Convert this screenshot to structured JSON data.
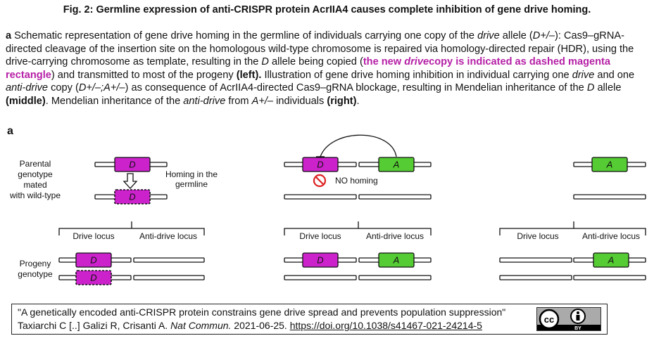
{
  "title": "Fig. 2: Germline expression of anti-CRISPR protein AcrIIA4 causes complete inhibition of gene drive homing.",
  "caption": {
    "letter": "a",
    "t1": " Schematic representation of gene drive homing in the germline of individuals carrying one copy of the ",
    "i1": "drive",
    "t2": " allele (",
    "i2": "D+/–",
    "t3": "): Cas9–gRNA-directed cleavage of the insertion site on the homologous wild-type chromosome is repaired via homology-directed repair (HDR), using the drive-carrying chromosome as template, resulting in the ",
    "i3": "D",
    "t4": " allele being copied (",
    "m1": "the new ",
    "m2": "drive",
    "m3": "copy is indicated as dashed magenta rectangle",
    "t5": ") and transmitted to most of the progeny ",
    "b1": "(left).",
    "t6": " Illustration of gene drive homing inhibition in individual carrying one ",
    "i4": "drive",
    "t7": " and one ",
    "i5": "anti-drive",
    "t8": " copy (",
    "i6": "D+/–;A+/–",
    "t9": ") as consequence of AcrIIA4-directed Cas9–gRNA blockage, resulting in Mendelian inheritance of the ",
    "i7": "D",
    "t10": " allele ",
    "b2": "(middle)",
    "t11": ". Mendelian inheritance of the ",
    "i8": "anti-drive",
    "t12": " from ",
    "i9": "A+/–",
    "t13": " individuals ",
    "b3": "(right)",
    "t14": "."
  },
  "figure": {
    "panel_label": "a",
    "labels": {
      "parental": [
        "Parental",
        "genotype",
        "mated",
        "with wild-type"
      ],
      "homing": [
        "Homing in the",
        "germline"
      ],
      "no_homing": "NO homing",
      "drive_locus": "Drive locus",
      "antidrive_locus": "Anti-drive locus",
      "progeny": [
        "Progeny",
        "genotype"
      ],
      "allele_d": "D",
      "allele_a": "A"
    },
    "colors": {
      "drive": "#cc22cc",
      "antidrive": "#55cc33",
      "inhibit": "#dd2222"
    },
    "icons": [
      "down-arrow-icon",
      "no-cas9-icon",
      "inhibition-arc-icon"
    ]
  },
  "citation": {
    "line1": "\"A genetically encoded anti-CRISPR protein constrains gene drive spread and prevents population suppression\"",
    "line2_prefix": "Taxiarchi C [..] Galizi R, Crisanti A. ",
    "journal": "Nat Commun.",
    "line2_mid": " 2021-06-25. ",
    "doi": "https://doi.org/10.1038/s41467-021-24214-5",
    "license_icon": "cc-by-icon",
    "license_text": "BY"
  }
}
